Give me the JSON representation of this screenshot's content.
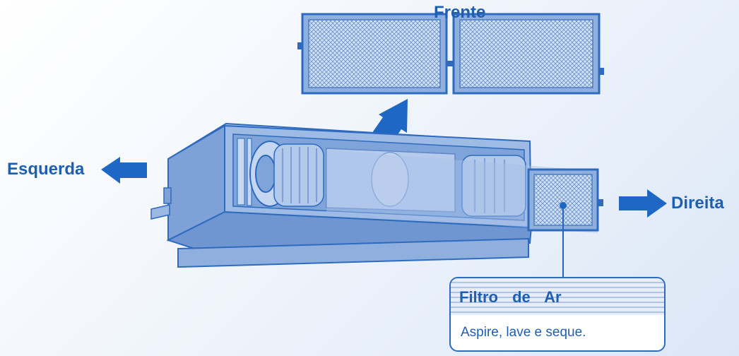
{
  "labels": {
    "front": "Frente",
    "left": "Esquerda",
    "right": "Direita"
  },
  "callout": {
    "title": "Filtro de Ar",
    "text": "Aspire, lave e seque."
  },
  "colors": {
    "primary": "#2e6bbf",
    "unit_fill": "#8fb0df",
    "unit_dark": "#5b86c8",
    "filter_mesh": "#b9cdea",
    "text": "#1f5fb0"
  },
  "icons": [
    "arrow-left-icon",
    "arrow-right-icon",
    "arrow-up-icon",
    "filter-mesh-icon"
  ]
}
